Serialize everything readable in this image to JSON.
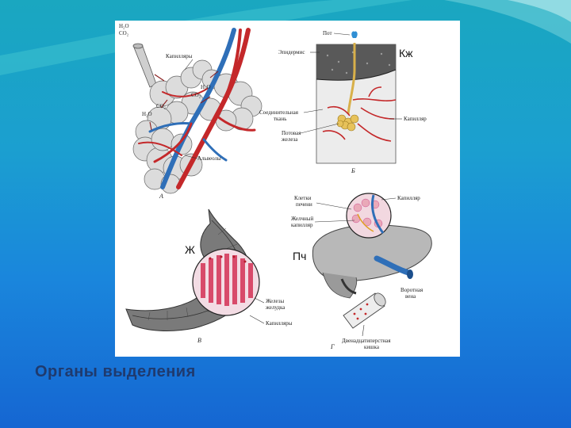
{
  "slide": {
    "title": "Органы выделения"
  },
  "panels": {
    "lungs": {
      "gas_top_1": "H₂O",
      "gas_top_2": "CO₂",
      "capillaries": "Капилляры",
      "gas_mid_1": "H₂O",
      "gas_mid_2": "CO₂",
      "gas_left_1": "CO₂",
      "gas_left_2": "H₂O",
      "alveoli": "Альвеолы",
      "caption": "А"
    },
    "skin": {
      "sweat": "Пот",
      "epidermis": "Эпидермис",
      "marker": "Кж",
      "connective_1": "Соединительная",
      "connective_2": "ткань",
      "capillary": "Капилляр",
      "gland_1": "Потовая",
      "gland_2": "железа",
      "caption": "Б"
    },
    "stomach": {
      "marker": "Ж",
      "glands_1": "Железы",
      "glands_2": "желудка",
      "capillaries": "Капилляры",
      "caption": "В"
    },
    "liver": {
      "cells_1": "Клетки",
      "cells_2": "печени",
      "capillary": "Капилляр",
      "bile_1": "Желчный",
      "bile_2": "капилляр",
      "marker": "Пч",
      "portal_1": "Воротная",
      "portal_2": "вена",
      "duod_1": "Двенадцатиперстная",
      "duod_2": "кишка",
      "caption": "Г"
    }
  },
  "colors": {
    "artery": "#c4282a",
    "vein": "#2f6fb8",
    "tissue": "#e3e3e3",
    "title": "#1f3a6e"
  }
}
